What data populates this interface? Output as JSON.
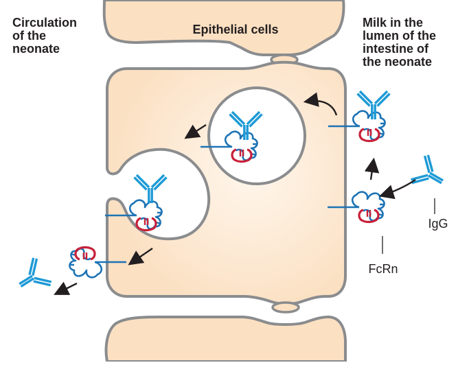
{
  "labels": {
    "circulation": "Circulation\nof the\nneonate",
    "epithelial": "Epithelial cells",
    "milk": "Milk in the\nlumen of the\nintestine of\nthe neonate",
    "igg": "IgG",
    "fcrn": "FcRn"
  },
  "colors": {
    "cell_fill": "#fbe0c2",
    "cell_center": "#fff6ec",
    "membrane": "#8a8c8e",
    "antibody": "#1e9ad6",
    "fcrn_blue": "#1d73b5",
    "fcrn_red": "#c8203a",
    "arrow": "#231f20"
  }
}
